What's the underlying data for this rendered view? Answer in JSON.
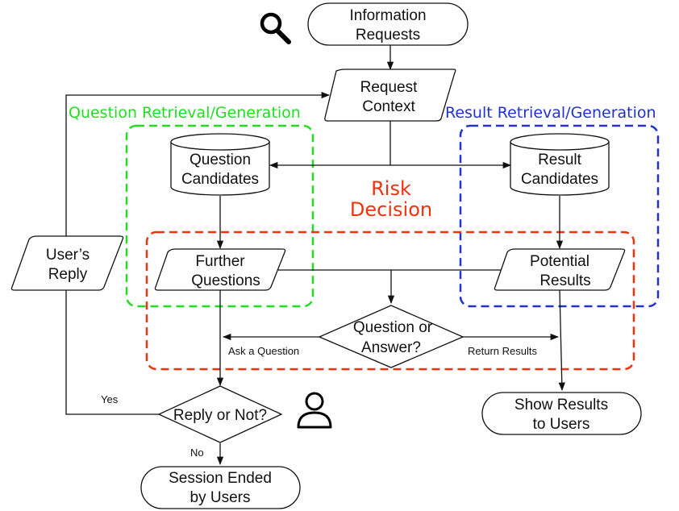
{
  "colors": {
    "question_group": "#22dd22",
    "result_group": "#2233cc",
    "risk_group": "#ee3311",
    "stroke": "#111111"
  },
  "icons": {
    "search": "search-icon",
    "user": "user-icon"
  },
  "nodes": {
    "information_requests": {
      "line1": "Information",
      "line2": "Requests"
    },
    "request_context": {
      "line1": "Request",
      "line2": "Context"
    },
    "question_candidates": {
      "line1": "Question",
      "line2": "Candidates"
    },
    "result_candidates": {
      "line1": "Result",
      "line2": "Candidates"
    },
    "further_questions": {
      "line1": "Further",
      "line2": "Questions"
    },
    "potential_results": {
      "line1": "Potential",
      "line2": "Results"
    },
    "users_reply": {
      "line1": "User’s",
      "line2": "Reply"
    },
    "question_or_answer": {
      "line1": "Question or",
      "line2": "Answer?"
    },
    "reply_or_not": {
      "line1": "Reply or Not?"
    },
    "show_results": {
      "line1": "Show Results",
      "line2": "to Users"
    },
    "session_ended": {
      "line1": "Session Ended",
      "line2": "by Users"
    }
  },
  "groups": {
    "question": "Question Retrieval/Generation",
    "result": "Result Retrieval/Generation",
    "risk_line1": "Risk",
    "risk_line2": "Decision"
  },
  "edge_labels": {
    "ask": "Ask a Question",
    "return": "Return Results",
    "yes": "Yes",
    "no": "No"
  }
}
